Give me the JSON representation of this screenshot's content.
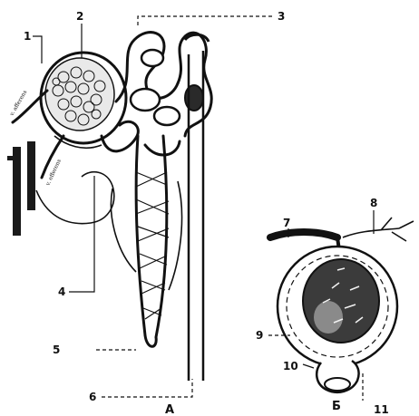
{
  "labels": {
    "n1": "1",
    "n2": "2",
    "n3": "3",
    "n4": "4",
    "n5": "5",
    "n6": "6",
    "n7": "7",
    "n8": "8",
    "n9": "9",
    "n10": "10",
    "n11": "11"
  },
  "captions": {
    "a": "А",
    "b": "Б"
  },
  "vessel_labels": {
    "afferent": "v. afferens",
    "efferent": "v. efferens"
  }
}
